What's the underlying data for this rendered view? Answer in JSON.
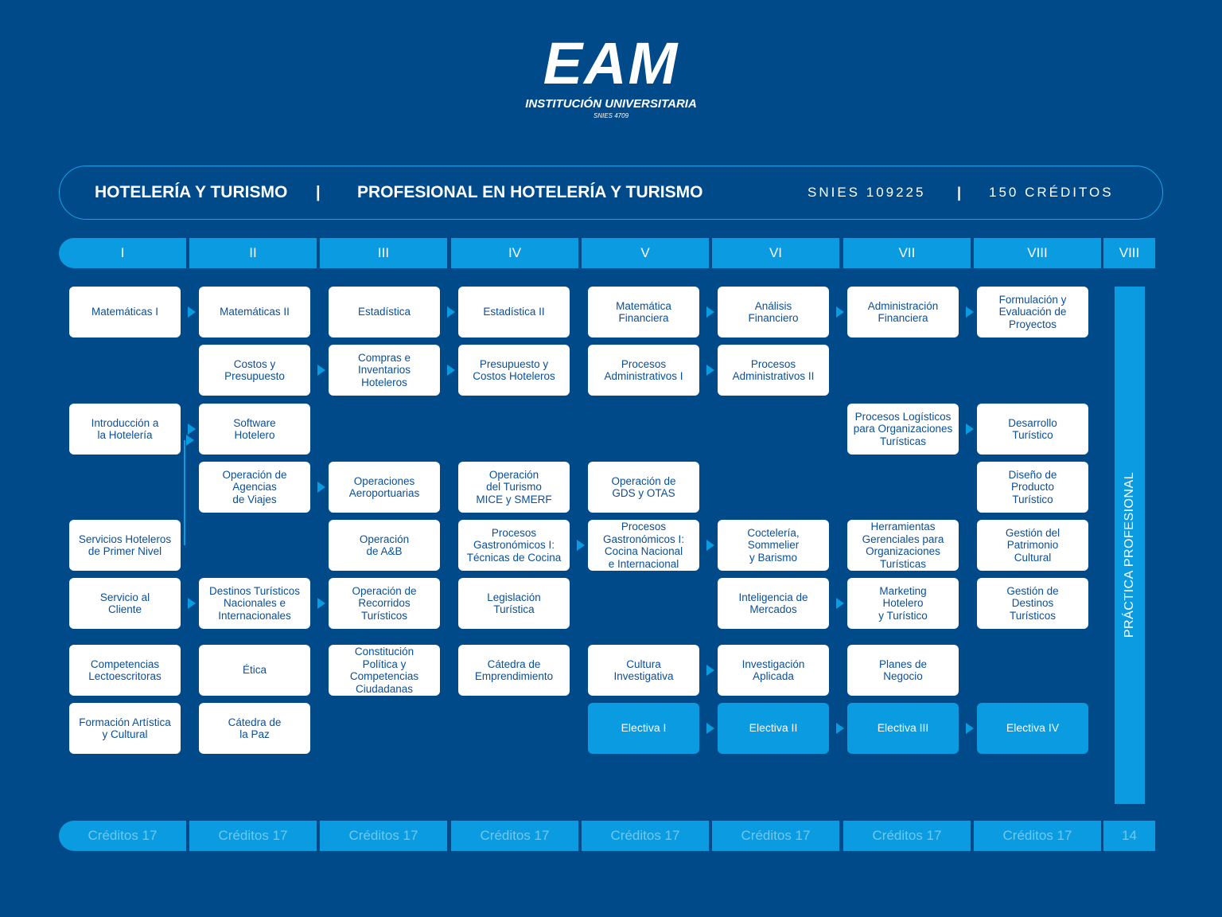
{
  "logo": {
    "mark": "EAM",
    "subtitle": "INSTITUCIÓN UNIVERSITARIA",
    "snies": "SNIES 4709"
  },
  "header": {
    "program": "HOTELERÍA Y TURISMO",
    "separator": "|",
    "title": "PROFESIONAL EN HOTELERÍA Y TURISMO",
    "snies": "SNIES 109225",
    "credits": "150 CRÉDITOS"
  },
  "semesters": [
    "I",
    "II",
    "III",
    "IV",
    "V",
    "VI",
    "VII",
    "VIII",
    "VIII"
  ],
  "credits_row": [
    "Créditos 17",
    "Créditos 17",
    "Créditos 17",
    "Créditos 17",
    "Créditos 17",
    "Créditos 17",
    "Créditos 17",
    "Créditos 17",
    "14"
  ],
  "courses": [
    {
      "col": 0,
      "row": 0,
      "lines": [
        "Matemáticas I"
      ]
    },
    {
      "col": 0,
      "row": 2,
      "lines": [
        "Introducción a",
        "la Hotelería"
      ]
    },
    {
      "col": 0,
      "row": 4,
      "lines": [
        "Servicios Hoteleros",
        "de Primer Nivel"
      ]
    },
    {
      "col": 0,
      "row": 5,
      "lines": [
        "Servicio al",
        "Cliente"
      ]
    },
    {
      "col": 0,
      "row": 6,
      "lines": [
        "Competencias",
        "Lectoescritoras"
      ]
    },
    {
      "col": 0,
      "row": 7,
      "lines": [
        "Formación Artística",
        "y Cultural"
      ]
    },
    {
      "col": 1,
      "row": 0,
      "lines": [
        "Matemáticas II"
      ]
    },
    {
      "col": 1,
      "row": 1,
      "lines": [
        "Costos y",
        "Presupuesto"
      ]
    },
    {
      "col": 1,
      "row": 2,
      "lines": [
        "Software",
        "Hotelero"
      ]
    },
    {
      "col": 1,
      "row": 3,
      "lines": [
        "Operación de",
        "Agencias",
        "de Viajes"
      ]
    },
    {
      "col": 1,
      "row": 5,
      "lines": [
        "Destinos Turísticos",
        "Nacionales e",
        "Internacionales"
      ]
    },
    {
      "col": 1,
      "row": 6,
      "lines": [
        "Ética"
      ]
    },
    {
      "col": 1,
      "row": 7,
      "lines": [
        "Cátedra de",
        "la Paz"
      ]
    },
    {
      "col": 2,
      "row": 0,
      "lines": [
        "Estadística"
      ]
    },
    {
      "col": 2,
      "row": 1,
      "lines": [
        "Compras e",
        "Inventarios",
        "Hoteleros"
      ]
    },
    {
      "col": 2,
      "row": 3,
      "lines": [
        "Operaciones",
        "Aeroportuarias"
      ]
    },
    {
      "col": 2,
      "row": 4,
      "lines": [
        "Operación",
        "de A&B"
      ]
    },
    {
      "col": 2,
      "row": 5,
      "lines": [
        "Operación de",
        "Recorridos",
        "Turísticos"
      ]
    },
    {
      "col": 2,
      "row": 6,
      "lines": [
        "Constitución",
        "Política y",
        "Competencias",
        "Ciudadanas"
      ]
    },
    {
      "col": 3,
      "row": 0,
      "lines": [
        "Estadística II"
      ]
    },
    {
      "col": 3,
      "row": 1,
      "lines": [
        "Presupuesto y",
        "Costos Hoteleros"
      ]
    },
    {
      "col": 3,
      "row": 3,
      "lines": [
        "Operación",
        "del Turismo",
        "MICE y SMERF"
      ]
    },
    {
      "col": 3,
      "row": 4,
      "lines": [
        "Procesos",
        "Gastronómicos I:",
        "Técnicas de Cocina"
      ]
    },
    {
      "col": 3,
      "row": 5,
      "lines": [
        "Legislación",
        "Turística"
      ]
    },
    {
      "col": 3,
      "row": 6,
      "lines": [
        "Cátedra de",
        "Emprendimiento"
      ]
    },
    {
      "col": 4,
      "row": 0,
      "lines": [
        "Matemática",
        "Financiera"
      ]
    },
    {
      "col": 4,
      "row": 1,
      "lines": [
        "Procesos",
        "Administrativos I"
      ]
    },
    {
      "col": 4,
      "row": 3,
      "lines": [
        "Operación de",
        "GDS y OTAS"
      ]
    },
    {
      "col": 4,
      "row": 4,
      "lines": [
        "Procesos",
        "Gastronómicos I:",
        "Cocina Nacional",
        "e Internacional"
      ]
    },
    {
      "col": 4,
      "row": 6,
      "lines": [
        "Cultura",
        "Investigativa"
      ]
    },
    {
      "col": 4,
      "row": 7,
      "lines": [
        "Electiva I"
      ],
      "elective": true
    },
    {
      "col": 5,
      "row": 0,
      "lines": [
        "Análisis",
        "Financiero"
      ]
    },
    {
      "col": 5,
      "row": 1,
      "lines": [
        "Procesos",
        "Administrativos II"
      ]
    },
    {
      "col": 5,
      "row": 4,
      "lines": [
        "Coctelería,",
        "Sommelier",
        "y Barismo"
      ]
    },
    {
      "col": 5,
      "row": 5,
      "lines": [
        "Inteligencia de",
        "Mercados"
      ]
    },
    {
      "col": 5,
      "row": 6,
      "lines": [
        "Investigación",
        "Aplicada"
      ]
    },
    {
      "col": 5,
      "row": 7,
      "lines": [
        "Electiva II"
      ],
      "elective": true
    },
    {
      "col": 6,
      "row": 0,
      "lines": [
        "Administración",
        "Financiera"
      ]
    },
    {
      "col": 6,
      "row": 2,
      "lines": [
        "Procesos Logísticos",
        "para Organizaciones",
        "Turísticas"
      ]
    },
    {
      "col": 6,
      "row": 4,
      "lines": [
        "Herramientas",
        "Gerenciales para",
        "Organizaciones",
        "Turísticas"
      ]
    },
    {
      "col": 6,
      "row": 5,
      "lines": [
        "Marketing",
        "Hotelero",
        "y Turístico"
      ]
    },
    {
      "col": 6,
      "row": 6,
      "lines": [
        "Planes de",
        "Negocio"
      ]
    },
    {
      "col": 6,
      "row": 7,
      "lines": [
        "Electiva III"
      ],
      "elective": true
    },
    {
      "col": 7,
      "row": 0,
      "lines": [
        "Formulación y",
        "Evaluación de",
        "Proyectos"
      ]
    },
    {
      "col": 7,
      "row": 2,
      "lines": [
        "Desarrollo",
        "Turístico"
      ]
    },
    {
      "col": 7,
      "row": 3,
      "lines": [
        "Diseño de",
        "Producto",
        "Turístico"
      ]
    },
    {
      "col": 7,
      "row": 4,
      "lines": [
        "Gestión del",
        "Patrimonio",
        "Cultural"
      ]
    },
    {
      "col": 7,
      "row": 5,
      "lines": [
        "Gestión de",
        "Destinos",
        "Turísticos"
      ]
    },
    {
      "col": 7,
      "row": 7,
      "lines": [
        "Electiva IV"
      ],
      "elective": true
    }
  ],
  "arrows": [
    {
      "col": 0,
      "row": 0
    },
    {
      "col": 0,
      "row": 2
    },
    {
      "col": 0,
      "row": 5
    },
    {
      "col": 1,
      "row": 1
    },
    {
      "col": 1,
      "row": 3
    },
    {
      "col": 1,
      "row": 5
    },
    {
      "col": 2,
      "row": 0
    },
    {
      "col": 2,
      "row": 1
    },
    {
      "col": 3,
      "row": 4
    },
    {
      "col": 4,
      "row": 0
    },
    {
      "col": 4,
      "row": 1
    },
    {
      "col": 4,
      "row": 4
    },
    {
      "col": 4,
      "row": 6
    },
    {
      "col": 4,
      "row": 7
    },
    {
      "col": 5,
      "row": 0
    },
    {
      "col": 5,
      "row": 5
    },
    {
      "col": 5,
      "row": 7
    },
    {
      "col": 6,
      "row": 0
    },
    {
      "col": 6,
      "row": 2
    },
    {
      "col": 6,
      "row": 7
    }
  ],
  "practica_label": "PRÁCTICA PROFESIONAL",
  "colors": {
    "background": "#004a8a",
    "accent": "#0b9be1",
    "box": "#ffffff",
    "box_text": "#0a4f98"
  }
}
